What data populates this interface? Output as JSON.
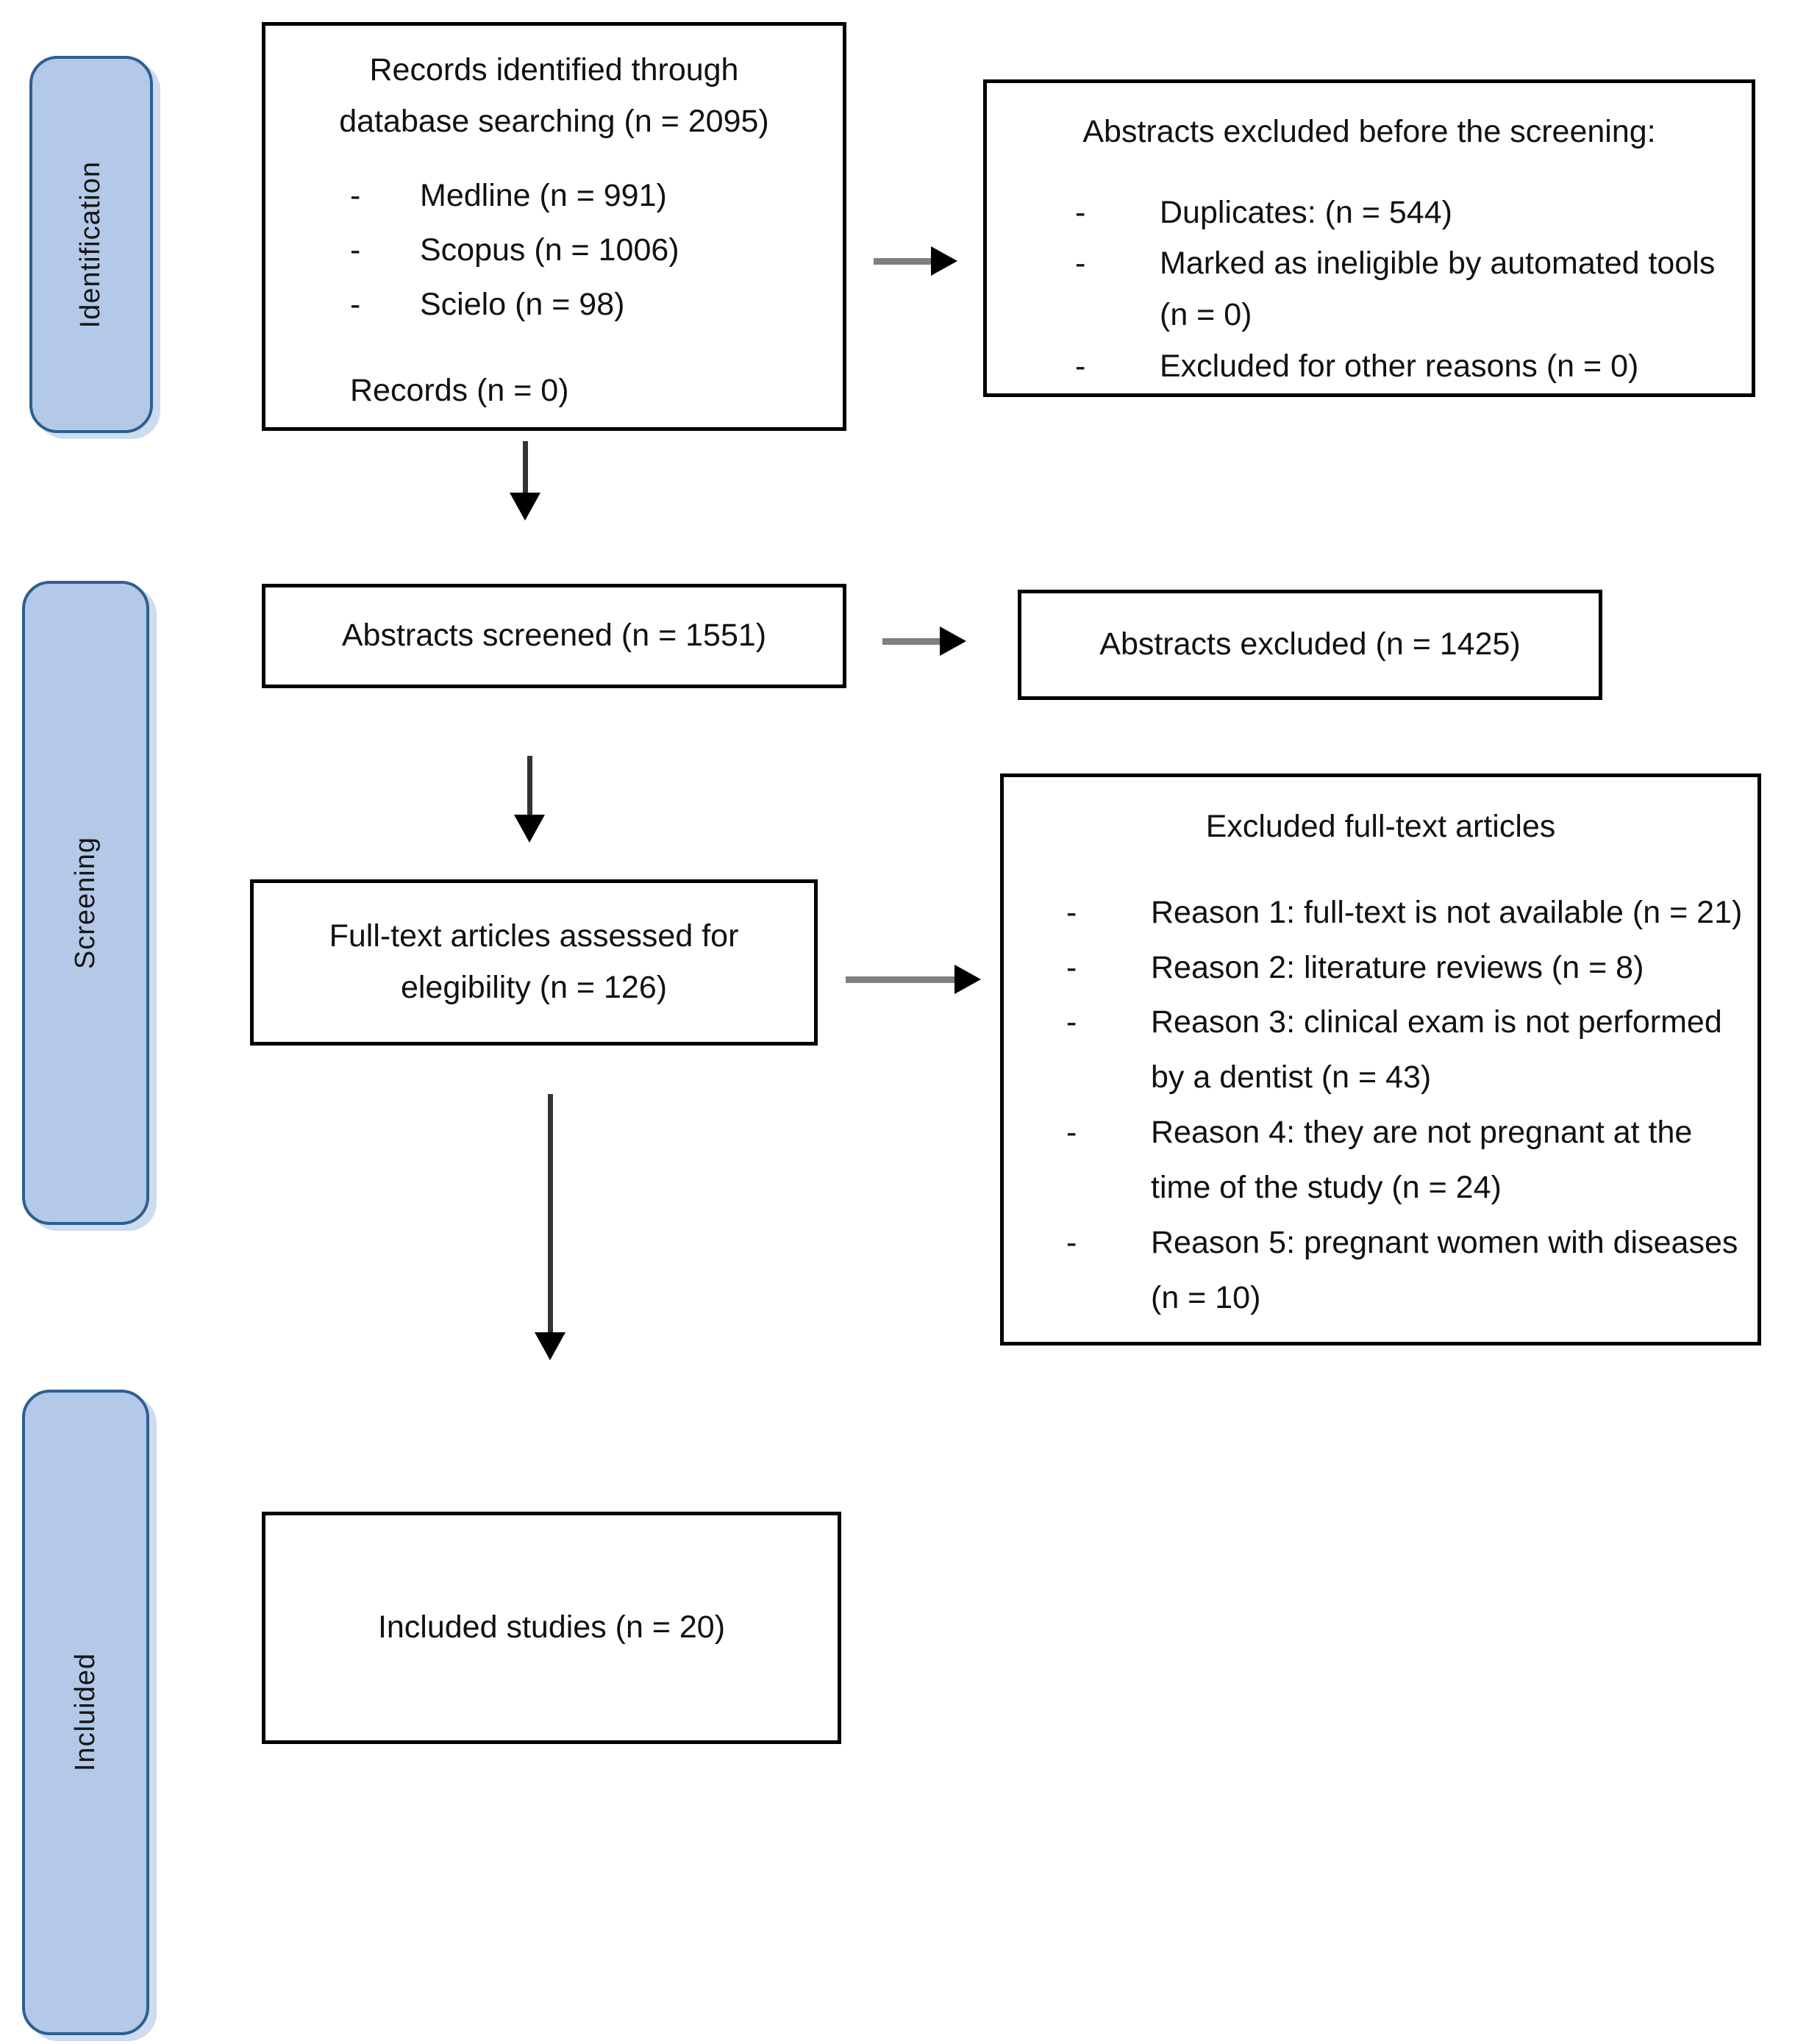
{
  "bullet_marker": "-",
  "colors": {
    "background": "#ffffff",
    "text": "#111111",
    "stage_fill": "#b3c9e7",
    "stage_border": "#2e5f91",
    "stage_shadow": "#cddcf0",
    "box_border": "#000000",
    "arrow_shaft_h": "#7f7f7f",
    "arrow_shaft_v": "#333333",
    "arrow_head": "#000000"
  },
  "stages": [
    {
      "label": "Identification"
    },
    {
      "label": "Screening"
    },
    {
      "label": "Incluided"
    }
  ],
  "boxes": {
    "records_identified": {
      "title": "Records identified through database searching (n = 2095)",
      "items": [
        "Medline (n = 991)",
        "Scopus (n = 1006)",
        "Scielo (n = 98)"
      ],
      "footer": "Records (n = 0)"
    },
    "abstracts_excluded_before_screening": {
      "title": "Abstracts excluded before the screening:",
      "items": [
        "Duplicates: (n = 544)",
        "Marked as ineligible by automated tools (n = 0)",
        "Excluded for other reasons (n = 0)"
      ]
    },
    "abstracts_screened": {
      "label": "Abstracts screened (n = 1551)"
    },
    "abstracts_excluded": {
      "label": "Abstracts excluded (n = 1425)"
    },
    "fulltext_assessed": {
      "label": "Full-text articles assessed for elegibility (n = 126)"
    },
    "excluded_fulltext": {
      "title": "Excluded full-text articles",
      "items": [
        "Reason 1: full-text is not available (n = 21)",
        "Reason 2: literature reviews (n = 8)",
        "Reason 3: clinical exam is not performed by a dentist (n = 43)",
        "Reason 4: they are not pregnant at the time of the study (n = 24)",
        "Reason 5: pregnant women with diseases (n = 10)"
      ]
    },
    "included_studies": {
      "label": "Included studies (n = 20)"
    }
  }
}
